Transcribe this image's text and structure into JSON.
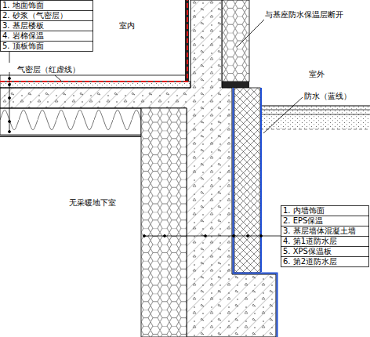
{
  "diagram": {
    "labels": [
      "1. 地面饰面",
      "2. 砂浆（气密层）",
      "3. 基层楼板",
      "4. 岩棉保温",
      "5. 顶板饰面",
      "室内",
      "与基座防水保温层断开",
      "室外",
      "防水（蓝线）",
      "气密层（红虚线）",
      "无采暖地下室",
      "1. 内墙饰面",
      "2. EPS保温",
      "3. 基层墙体混凝土墙",
      "4. 第1道防水层",
      "5. XPS保温板",
      "6. 第2道防水层"
    ]
  }
}
